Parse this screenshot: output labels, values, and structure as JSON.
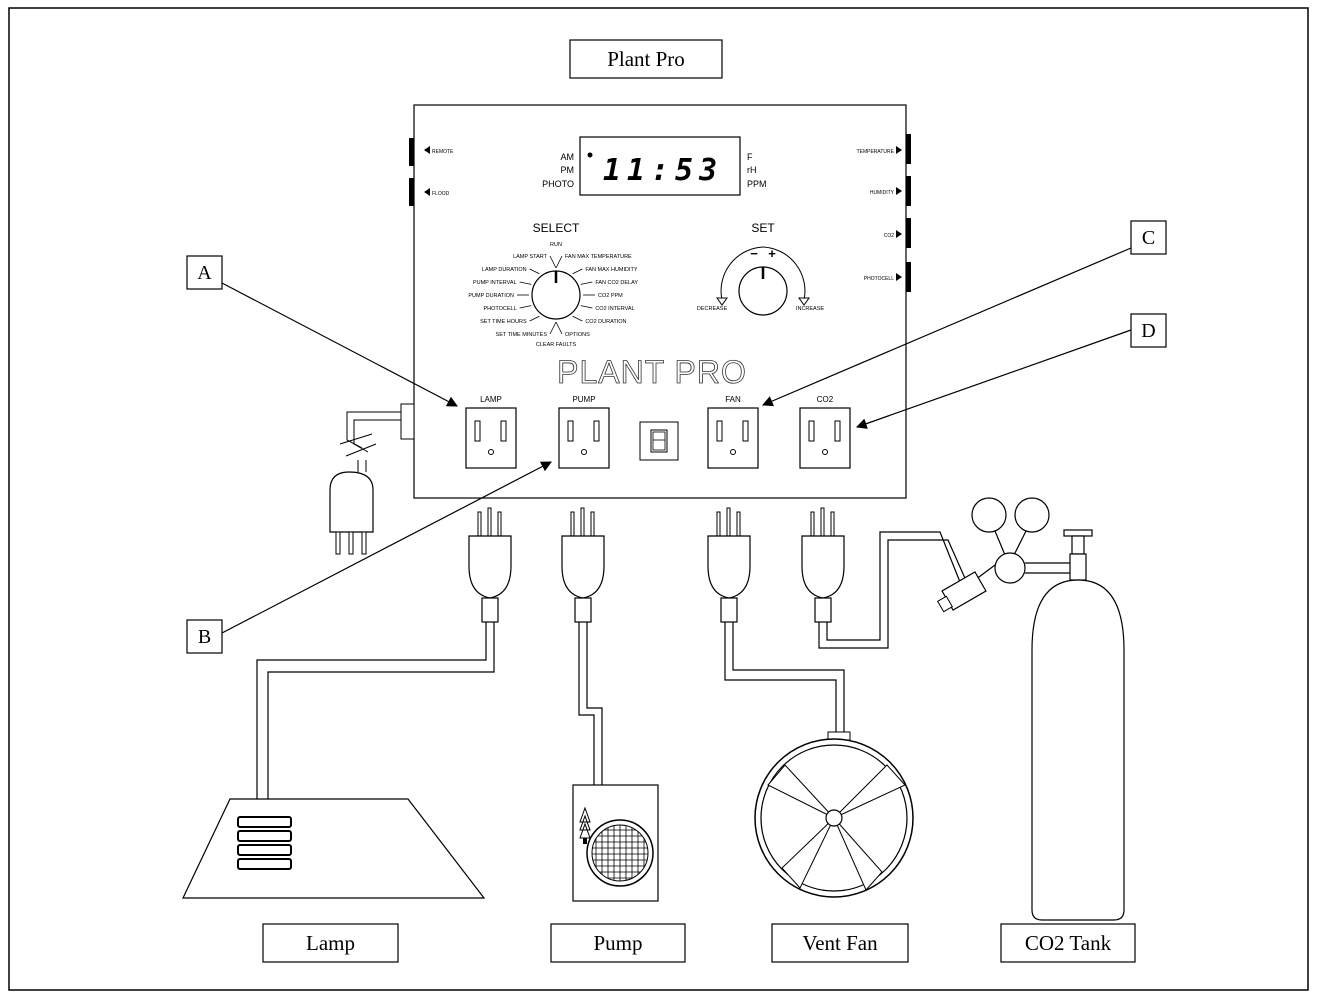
{
  "title": "Plant Pro",
  "display": {
    "time": "11:53",
    "left_labels": [
      "AM",
      "PM",
      "PHOTO"
    ],
    "right_labels": [
      "F",
      "rH",
      "PPM"
    ]
  },
  "side_ports": {
    "left": [
      "REMOTE",
      "FLOOD"
    ],
    "right": [
      "TEMPERATURE",
      "HUMIDITY",
      "CO2",
      "PHOTOCELL"
    ]
  },
  "select": {
    "title": "SELECT",
    "top": "RUN",
    "bottom": "CLEAR FAULTS",
    "left": [
      "LAMP START",
      "LAMP DURATION",
      "PUMP INTERVAL",
      "PUMP DURATION",
      "PHOTOCELL",
      "SET TIME HOURS",
      "SET TIME MINUTES"
    ],
    "right": [
      "FAN MAX TEMPERATURE",
      "FAN MAX HUMIDITY",
      "FAN CO2 DELAY",
      "CO2 PPM",
      "CO2 INTERVAL",
      "CO2 DURATION",
      "OPTIONS"
    ]
  },
  "set": {
    "title": "SET",
    "minus": "−",
    "plus": "+",
    "decrease": "DECREASE",
    "increase": "INCREASE"
  },
  "brand": "PLANT PRO",
  "outlets": [
    "LAMP",
    "PUMP",
    "FAN",
    "CO2"
  ],
  "callouts": [
    "A",
    "B",
    "C",
    "D"
  ],
  "devices": [
    "Lamp",
    "Pump",
    "Vent Fan",
    "CO2 Tank"
  ]
}
